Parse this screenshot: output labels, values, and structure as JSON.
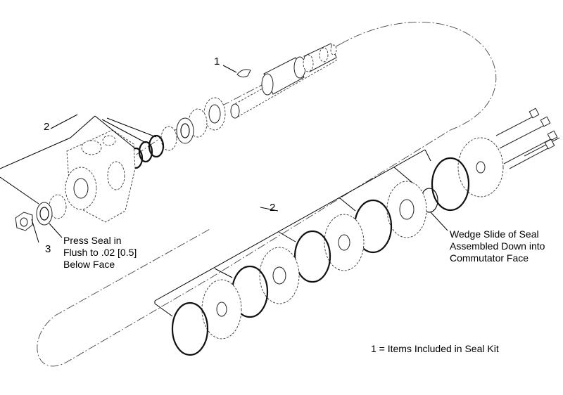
{
  "diagram": {
    "callouts": {
      "seal_kit_ref": "1",
      "seal_group_left": "2",
      "seal_group_right": "2",
      "nut_ref": "3"
    },
    "notes": {
      "press_seal": [
        "Press Seal in",
        "Flush to .02 [0.5]",
        "Below Face"
      ],
      "wedge_slide": [
        "Wedge Slide of Seal",
        "Assembled Down into",
        "Commutator Face"
      ],
      "legend": "1 = Items Included in Seal Kit"
    }
  }
}
